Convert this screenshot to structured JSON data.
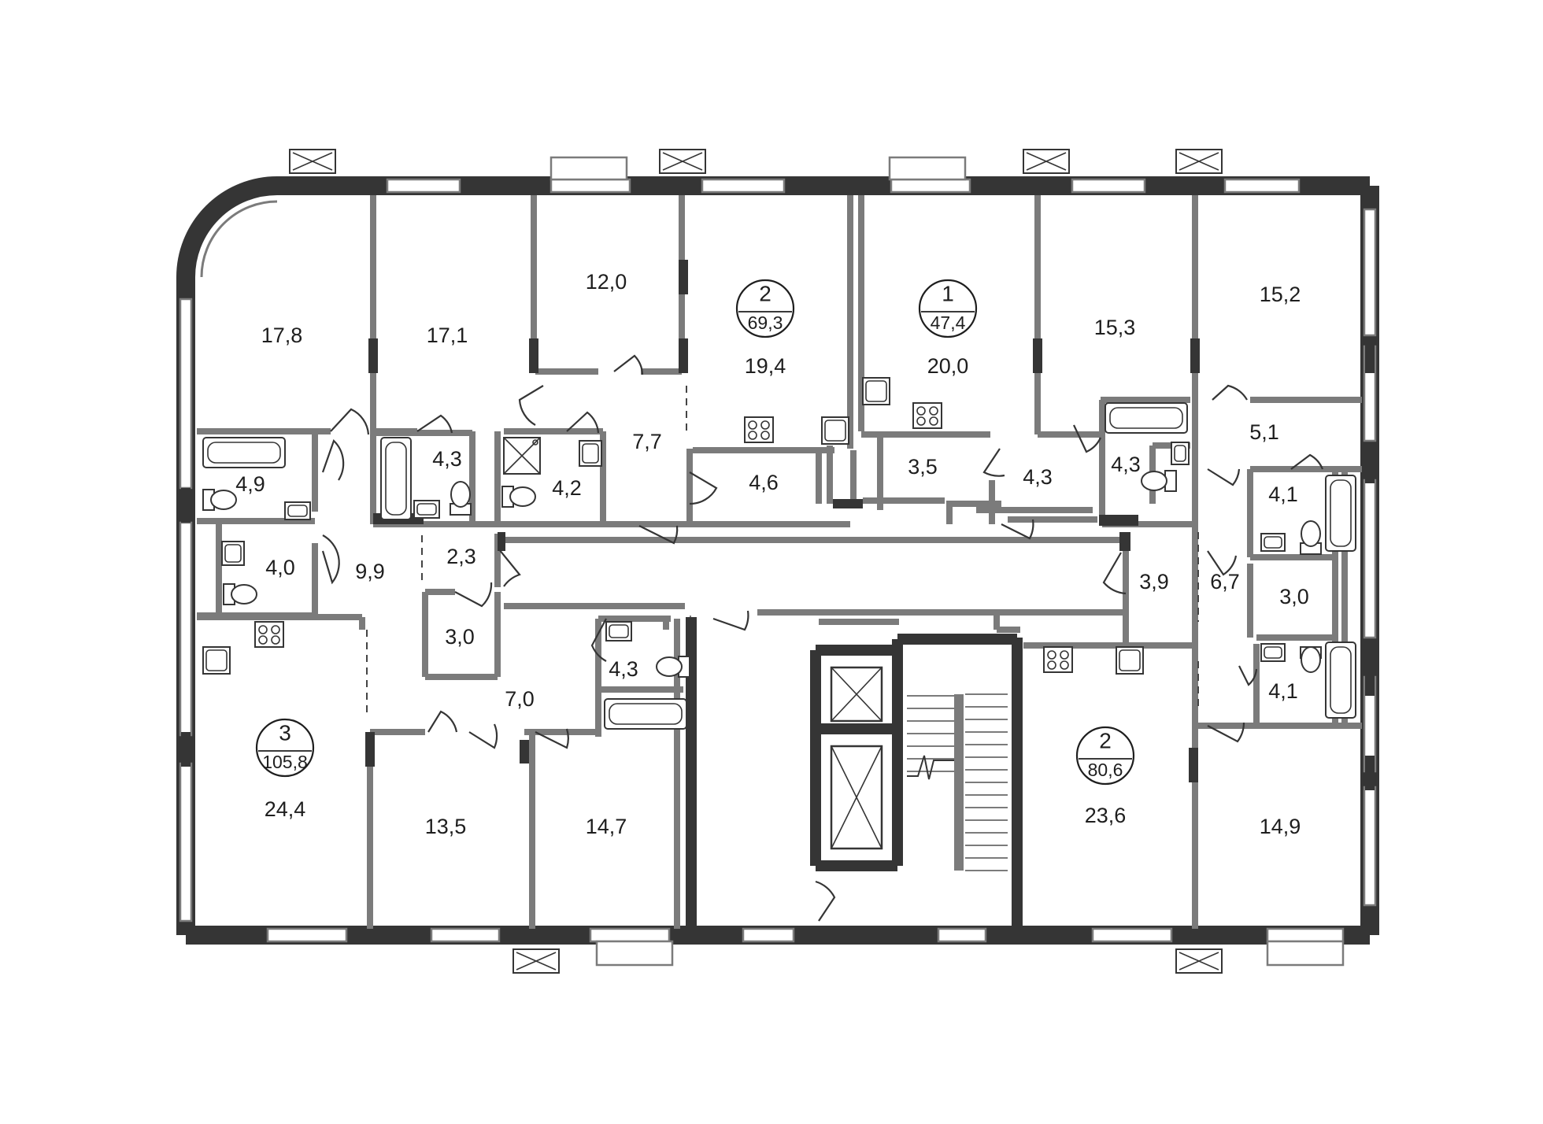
{
  "apartments": [
    {
      "id": "apt-3-left",
      "rooms": "3",
      "total": "105,8"
    },
    {
      "id": "apt-2-top",
      "rooms": "2",
      "total": "69,3"
    },
    {
      "id": "apt-1-top",
      "rooms": "1",
      "total": "47,4"
    },
    {
      "id": "apt-2-right",
      "rooms": "2",
      "total": "80,6"
    }
  ],
  "room_areas": [
    "17,8",
    "17,1",
    "12,0",
    "19,4",
    "20,0",
    "15,3",
    "15,2",
    "4,9",
    "4,3",
    "4,2",
    "7,7",
    "4,6",
    "3,5",
    "4,3",
    "4,3",
    "5,1",
    "4,0",
    "9,9",
    "2,3",
    "3,9",
    "6,7",
    "4,1",
    "3,0",
    "3,0",
    "7,0",
    "4,3",
    "4,1",
    "24,4",
    "13,5",
    "14,7",
    "23,6",
    "14,9"
  ],
  "colors": {
    "exterior_wall": "#353535",
    "interior_wall": "#7b7b7b",
    "text": "#1e1e1e",
    "background": "#ffffff"
  },
  "icons": [
    "bathtub-icon",
    "toilet-icon",
    "sink-icon",
    "stove-icon",
    "shower-icon",
    "ac-unit-icon",
    "elevator-icon",
    "stairs-icon"
  ]
}
